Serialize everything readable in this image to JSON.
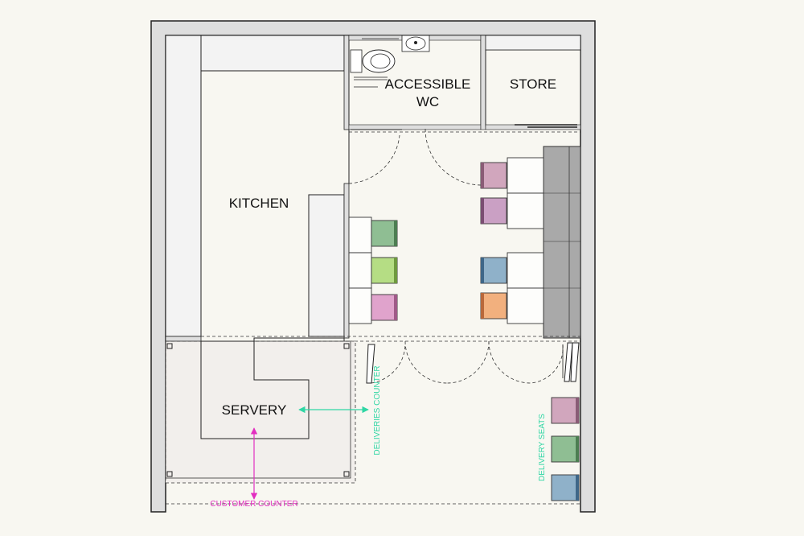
{
  "rooms": {
    "accessible_wc_line1": "ACCESSIBLE",
    "accessible_wc_line2": "WC",
    "store": "STORE",
    "kitchen": "KITCHEN",
    "servery": "SERVERY"
  },
  "annotations": {
    "deliveries_counter": "DELIVERIES COUNTER",
    "customer_counter": "CUSTOMER COUNTER",
    "delivery_seats": "DELIVERY SEATS"
  },
  "colors": {
    "wall": "#dedede",
    "wall_outline": "#222222",
    "paper": "#f8f7f1",
    "servery_floor": "#f2efec",
    "banquette": "#a9a9a9",
    "seat_green": "#8fbe93",
    "seat_lime": "#b5dd84",
    "seat_pink": "#e0a3cc",
    "seat_mauve": "#d1a6bd",
    "seat_orchid": "#caa0c4",
    "seat_blue": "#8fb1c9",
    "seat_orange": "#f2b07e",
    "arrow_teal": "#2fd6a4",
    "arrow_magenta": "#e22fc0"
  }
}
